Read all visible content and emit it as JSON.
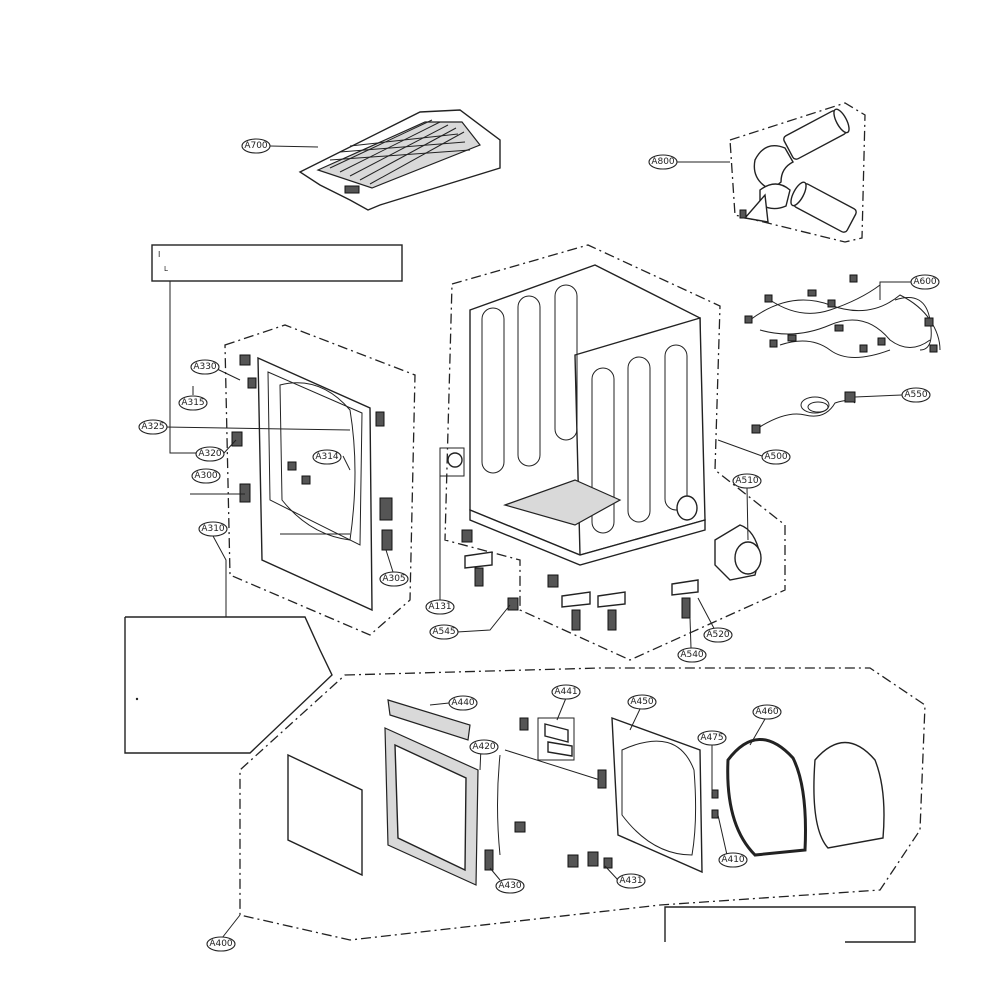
{
  "labels": {
    "a700": "A700",
    "a800": "A800",
    "a600": "A600",
    "a550": "A550",
    "a500": "A500",
    "a510": "A510",
    "a520": "A520",
    "a540": "A540",
    "a545": "A545",
    "a131": "A131",
    "a330": "A330",
    "a315": "A315",
    "a325": "A325",
    "a320": "A320",
    "a314": "A314",
    "a300": "A300",
    "a310": "A310",
    "a305": "A305",
    "a440": "A440",
    "a441": "A441",
    "a450": "A450",
    "a460": "A460",
    "a475": "A475",
    "a420": "A420",
    "a410": "A410",
    "a430": "A430",
    "a431": "A431",
    "a400": "A400"
  },
  "notes": {
    "top_box_line1": "I",
    "top_box_line2": "L"
  }
}
